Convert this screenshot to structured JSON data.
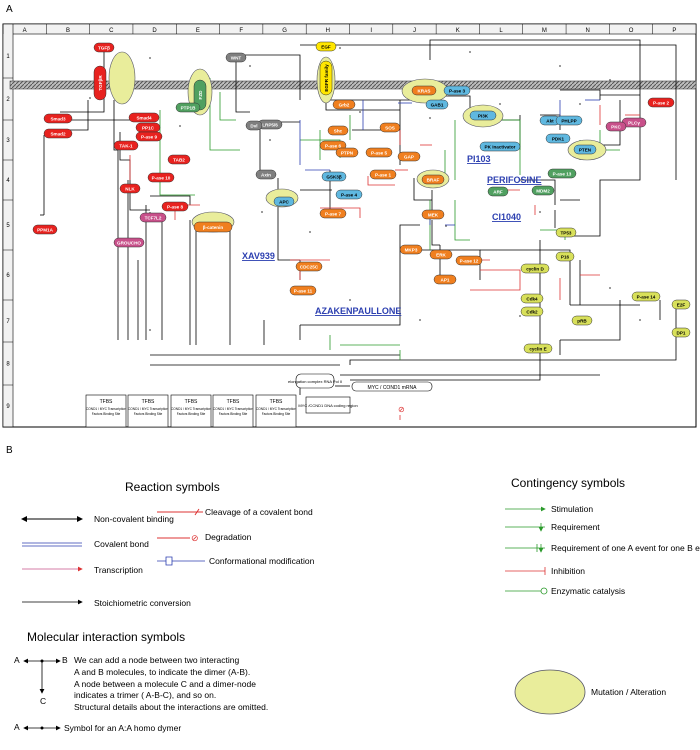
{
  "panel_a": "A",
  "panel_b": "B",
  "grid_cols": [
    "A",
    "B",
    "C",
    "D",
    "E",
    "F",
    "G",
    "H",
    "I",
    "J",
    "K",
    "L",
    "M",
    "N",
    "O",
    "P"
  ],
  "grid_rows": [
    "1",
    "2",
    "3",
    "4",
    "5",
    "6",
    "7",
    "8",
    "9"
  ],
  "nodes": [
    {
      "id": "TGFb",
      "label": "TGFβ",
      "color": "#e8221f"
    },
    {
      "id": "TGFbR",
      "label": "TGFβR",
      "color": "#e8221f"
    },
    {
      "id": "Smad3",
      "label": "Smad3",
      "color": "#e8221f"
    },
    {
      "id": "Smad2",
      "label": "Smad2",
      "color": "#e8221f"
    },
    {
      "id": "Smad4",
      "label": "Smad4",
      "color": "#e8221f"
    },
    {
      "id": "PP1C",
      "label": "PP1C",
      "color": "#e8221f"
    },
    {
      "id": "Pase9",
      "label": "P-ase 9",
      "color": "#e8221f"
    },
    {
      "id": "TAK1",
      "label": "TAK-1",
      "color": "#e8221f"
    },
    {
      "id": "TAB2",
      "label": "TAB2",
      "color": "#e8221f"
    },
    {
      "id": "Pase10",
      "label": "P-ase 10",
      "color": "#e8221f"
    },
    {
      "id": "NLK",
      "label": "NLK",
      "color": "#e8221f"
    },
    {
      "id": "Pase8",
      "label": "P-ase 8",
      "color": "#e8221f"
    },
    {
      "id": "PPM1A",
      "label": "PPM1A",
      "color": "#e8221f"
    },
    {
      "id": "TCF7L2",
      "label": "TCF7L2",
      "color": "#c8508a"
    },
    {
      "id": "GROUCHO",
      "label": "GROUCHO",
      "color": "#c8508a"
    },
    {
      "id": "WNT",
      "label": "WNT",
      "color": "#7f7f7f"
    },
    {
      "id": "LRP56",
      "label": "LRP5/6",
      "color": "#7f7f7f"
    },
    {
      "id": "Dvl",
      "label": "Dvl",
      "color": "#7f7f7f"
    },
    {
      "id": "Fzd",
      "label": "FZD",
      "color": "#50a060"
    },
    {
      "id": "PTP1B",
      "label": "PTP1B",
      "color": "#50a060"
    },
    {
      "id": "Axin",
      "label": "Axin",
      "color": "#7f7f7f"
    },
    {
      "id": "APC",
      "label": "APC",
      "color": "#5fb8e0"
    },
    {
      "id": "bcatenin",
      "label": "β-catenin",
      "color": "#f07f1f"
    },
    {
      "id": "GSK3b",
      "label": "GSK3β",
      "color": "#5fb8e0"
    },
    {
      "id": "Pase4",
      "label": "P-ase 4",
      "color": "#5fb8e0"
    },
    {
      "id": "EGF",
      "label": "EGF",
      "color": "#ffe600"
    },
    {
      "id": "EGFR",
      "label": "EGFR family",
      "color": "#ffe600"
    },
    {
      "id": "Grb2",
      "label": "Grb2",
      "color": "#f07f1f"
    },
    {
      "id": "Pase6",
      "label": "P-ase 6",
      "color": "#f07f1f"
    },
    {
      "id": "Shc",
      "label": "Shc",
      "color": "#f07f1f"
    },
    {
      "id": "PTPN",
      "label": "PTPN",
      "color": "#f07f1f"
    },
    {
      "id": "Pase5",
      "label": "P-ase 5",
      "color": "#f07f1f"
    },
    {
      "id": "Pase1",
      "label": "P-ase 1",
      "color": "#f07f1f"
    },
    {
      "id": "Pase7",
      "label": "P-ase 7",
      "color": "#f07f1f"
    },
    {
      "id": "SOS",
      "label": "SOS",
      "color": "#f07f1f"
    },
    {
      "id": "GAP",
      "label": "GAP",
      "color": "#f07f1f"
    },
    {
      "id": "KRAS",
      "label": "KRAS",
      "color": "#f07f1f"
    },
    {
      "id": "GAB1",
      "label": "GAB1",
      "color": "#5fb8e0"
    },
    {
      "id": "Pase3",
      "label": "P-ase 3",
      "color": "#5fb8e0"
    },
    {
      "id": "PI3K",
      "label": "PI3K",
      "color": "#5fb8e0"
    },
    {
      "id": "PKin",
      "label": "PK inactivator",
      "color": "#5fb8e0"
    },
    {
      "id": "Akt",
      "label": "Akt",
      "color": "#5fb8e0"
    },
    {
      "id": "PHLPP",
      "label": "PHLPP",
      "color": "#5fb8e0"
    },
    {
      "id": "PDK1",
      "label": "PDK1",
      "color": "#5fb8e0"
    },
    {
      "id": "PTEN",
      "label": "PTEN",
      "color": "#5fb8e0"
    },
    {
      "id": "PLCg",
      "label": "PLCγ",
      "color": "#c8508a"
    },
    {
      "id": "Pase2",
      "label": "P-ase 2",
      "color": "#e8221f"
    },
    {
      "id": "PKC",
      "label": "PKC",
      "color": "#c8508a"
    },
    {
      "id": "BRAF",
      "label": "BRAF",
      "color": "#f07f1f"
    },
    {
      "id": "MEK",
      "label": "MEK",
      "color": "#f07f1f"
    },
    {
      "id": "ERK",
      "label": "ERK",
      "color": "#f07f1f"
    },
    {
      "id": "MKP3",
      "label": "MKP3",
      "color": "#f07f1f"
    },
    {
      "id": "Pase12",
      "label": "P-ase 12",
      "color": "#f07f1f"
    },
    {
      "id": "AP1",
      "label": "AP1",
      "color": "#f07f1f"
    },
    {
      "id": "CDC25C",
      "label": "CDC25C",
      "color": "#f07f1f"
    },
    {
      "id": "Pase11",
      "label": "P-ase 11",
      "color": "#f07f1f"
    },
    {
      "id": "Pase13",
      "label": "P-ase 13",
      "color": "#50a060"
    },
    {
      "id": "ARF",
      "label": "ARF",
      "color": "#50a060"
    },
    {
      "id": "MDM2",
      "label": "MDM2",
      "color": "#50a060"
    },
    {
      "id": "TP53",
      "label": "TP53",
      "color": "#d8e05a"
    },
    {
      "id": "P16",
      "label": "P16",
      "color": "#d8e05a"
    },
    {
      "id": "cyclinD",
      "label": "cyclin D",
      "color": "#d8e05a"
    },
    {
      "id": "Cdk4",
      "label": "Cdk4",
      "color": "#d8e05a"
    },
    {
      "id": "Cdk2",
      "label": "Cdk2",
      "color": "#d8e05a"
    },
    {
      "id": "pRB",
      "label": "pRB",
      "color": "#d8e05a"
    },
    {
      "id": "Pase14",
      "label": "P-ase 14",
      "color": "#d8e05a"
    },
    {
      "id": "E2F",
      "label": "E2F",
      "color": "#d8e05a"
    },
    {
      "id": "DP1",
      "label": "DP1",
      "color": "#d8e05a"
    },
    {
      "id": "cyclinE",
      "label": "cyclin E",
      "color": "#d8e05a"
    }
  ],
  "drugs": [
    "PI103",
    "PERIFOSINE",
    "CI1040",
    "XAV939",
    "AZAKENPAULLONE"
  ],
  "tfbs": [
    {
      "title": "TFBS",
      "sub": "COND1 / MYC Transcription Factors Binding Site"
    },
    {
      "title": "TFBS",
      "sub": "COND1 / MYC Transcription Factors Binding Site"
    },
    {
      "title": "TFBS",
      "sub": "COND1 / MYC Transcription Factors Binding Site"
    },
    {
      "title": "TFBS",
      "sub": "COND1 / MYC Transcription Factors Binding Site"
    },
    {
      "title": "TFBS",
      "sub": "COND1 / MYC Transcription Factors Binding Site"
    }
  ],
  "elongation": "elongation complex RNA Pol II",
  "coding_region": "MYC /CCND1 DNA coding region",
  "mrna": "MYC / COND1 mRNA",
  "legend": {
    "reaction_title": "Reaction symbols",
    "noncovalent": "Non-covalent binding",
    "cleavage": "Cleavage of a covalent bond",
    "covalent": "Covalent bond",
    "degradation": "Degradation",
    "transcription": "Transcription",
    "conformational": "Conformational modification",
    "stoichiometric": "Stoichiometric conversion",
    "contingency_title": "Contingency symbols",
    "stimulation": "Stimulation",
    "requirement": "Requirement",
    "requirement_one": "Requirement of one A event for one B event",
    "inhibition": "Inhibition",
    "enzymatic": "Enzymatic catalysis",
    "molecular_title": "Molecular interaction symbols",
    "mi_a": "A",
    "mi_b": "B",
    "mi_c": "C",
    "mi_line1": "We can add a node between two interacting",
    "mi_line2": "A and B molecules, to indicate the dimer (A-B).",
    "mi_line3": "A node between a molecule C and a dimer-node",
    "mi_line4": "indicates a trimer ( A-B-C),  and so on.",
    "mi_line5": "Structural details about the interactions are omitted.",
    "homo_a": "A",
    "homo": "Symbol for an A:A homo dymer",
    "mutation": "Mutation / Alteration"
  }
}
